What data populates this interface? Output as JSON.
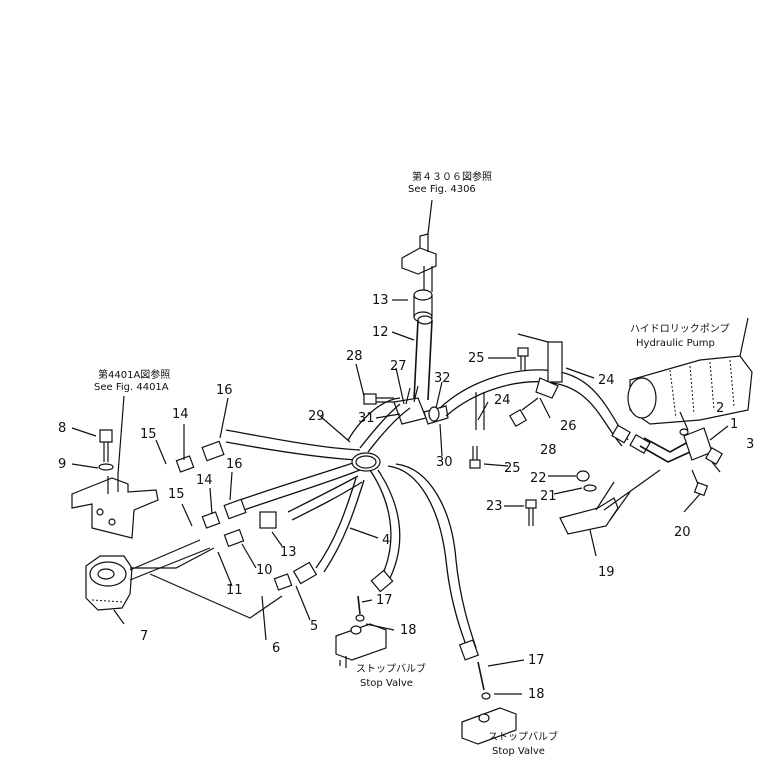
{
  "references": {
    "fig4306_jp": "第４３０６図参照",
    "fig4306_en": "See Fig. 4306",
    "fig4401a_jp": "第4401A図参照",
    "fig4401a_en": "See Fig. 4401A"
  },
  "components": {
    "hydraulic_pump_jp": "ハイドロリックポンプ",
    "hydraulic_pump_en": "Hydraulic Pump",
    "stop_valve_1_jp": "ストップバルブ",
    "stop_valve_1_en": "Stop Valve",
    "stop_valve_2_jp": "ストップバルブ",
    "stop_valve_2_en": "Stop Valve"
  },
  "part_numbers": [
    {
      "id": "p1",
      "label": "1"
    },
    {
      "id": "p2",
      "label": "2"
    },
    {
      "id": "p3",
      "label": "3"
    },
    {
      "id": "p4",
      "label": "4"
    },
    {
      "id": "p5",
      "label": "5"
    },
    {
      "id": "p6",
      "label": "6"
    },
    {
      "id": "p7",
      "label": "7"
    },
    {
      "id": "p8",
      "label": "8"
    },
    {
      "id": "p9",
      "label": "9"
    },
    {
      "id": "p10",
      "label": "10"
    },
    {
      "id": "p11",
      "label": "11"
    },
    {
      "id": "p12",
      "label": "12"
    },
    {
      "id": "p13a",
      "label": "13"
    },
    {
      "id": "p13b",
      "label": "13"
    },
    {
      "id": "p14a",
      "label": "14"
    },
    {
      "id": "p14b",
      "label": "14"
    },
    {
      "id": "p15a",
      "label": "15"
    },
    {
      "id": "p15b",
      "label": "15"
    },
    {
      "id": "p16a",
      "label": "16"
    },
    {
      "id": "p16b",
      "label": "16"
    },
    {
      "id": "p17a",
      "label": "17"
    },
    {
      "id": "p17b",
      "label": "17"
    },
    {
      "id": "p18a",
      "label": "18"
    },
    {
      "id": "p18b",
      "label": "18"
    },
    {
      "id": "p19",
      "label": "19"
    },
    {
      "id": "p20",
      "label": "20"
    },
    {
      "id": "p21",
      "label": "21"
    },
    {
      "id": "p22",
      "label": "22"
    },
    {
      "id": "p23",
      "label": "23"
    },
    {
      "id": "p24a",
      "label": "24"
    },
    {
      "id": "p24b",
      "label": "24"
    },
    {
      "id": "p25a",
      "label": "25"
    },
    {
      "id": "p25b",
      "label": "25"
    },
    {
      "id": "p26",
      "label": "26"
    },
    {
      "id": "p27",
      "label": "27"
    },
    {
      "id": "p28a",
      "label": "28"
    },
    {
      "id": "p28b",
      "label": "28"
    },
    {
      "id": "p29",
      "label": "29"
    },
    {
      "id": "p30",
      "label": "30"
    },
    {
      "id": "p31",
      "label": "31"
    },
    {
      "id": "p32",
      "label": "32"
    }
  ]
}
